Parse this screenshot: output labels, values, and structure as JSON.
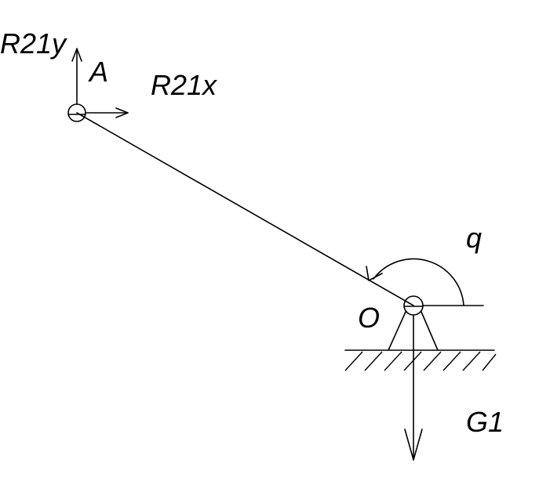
{
  "labels": {
    "r21y": "R21y",
    "a": "A",
    "r21x": "R21x",
    "q": "q",
    "o": "O",
    "g1": "G1"
  }
}
